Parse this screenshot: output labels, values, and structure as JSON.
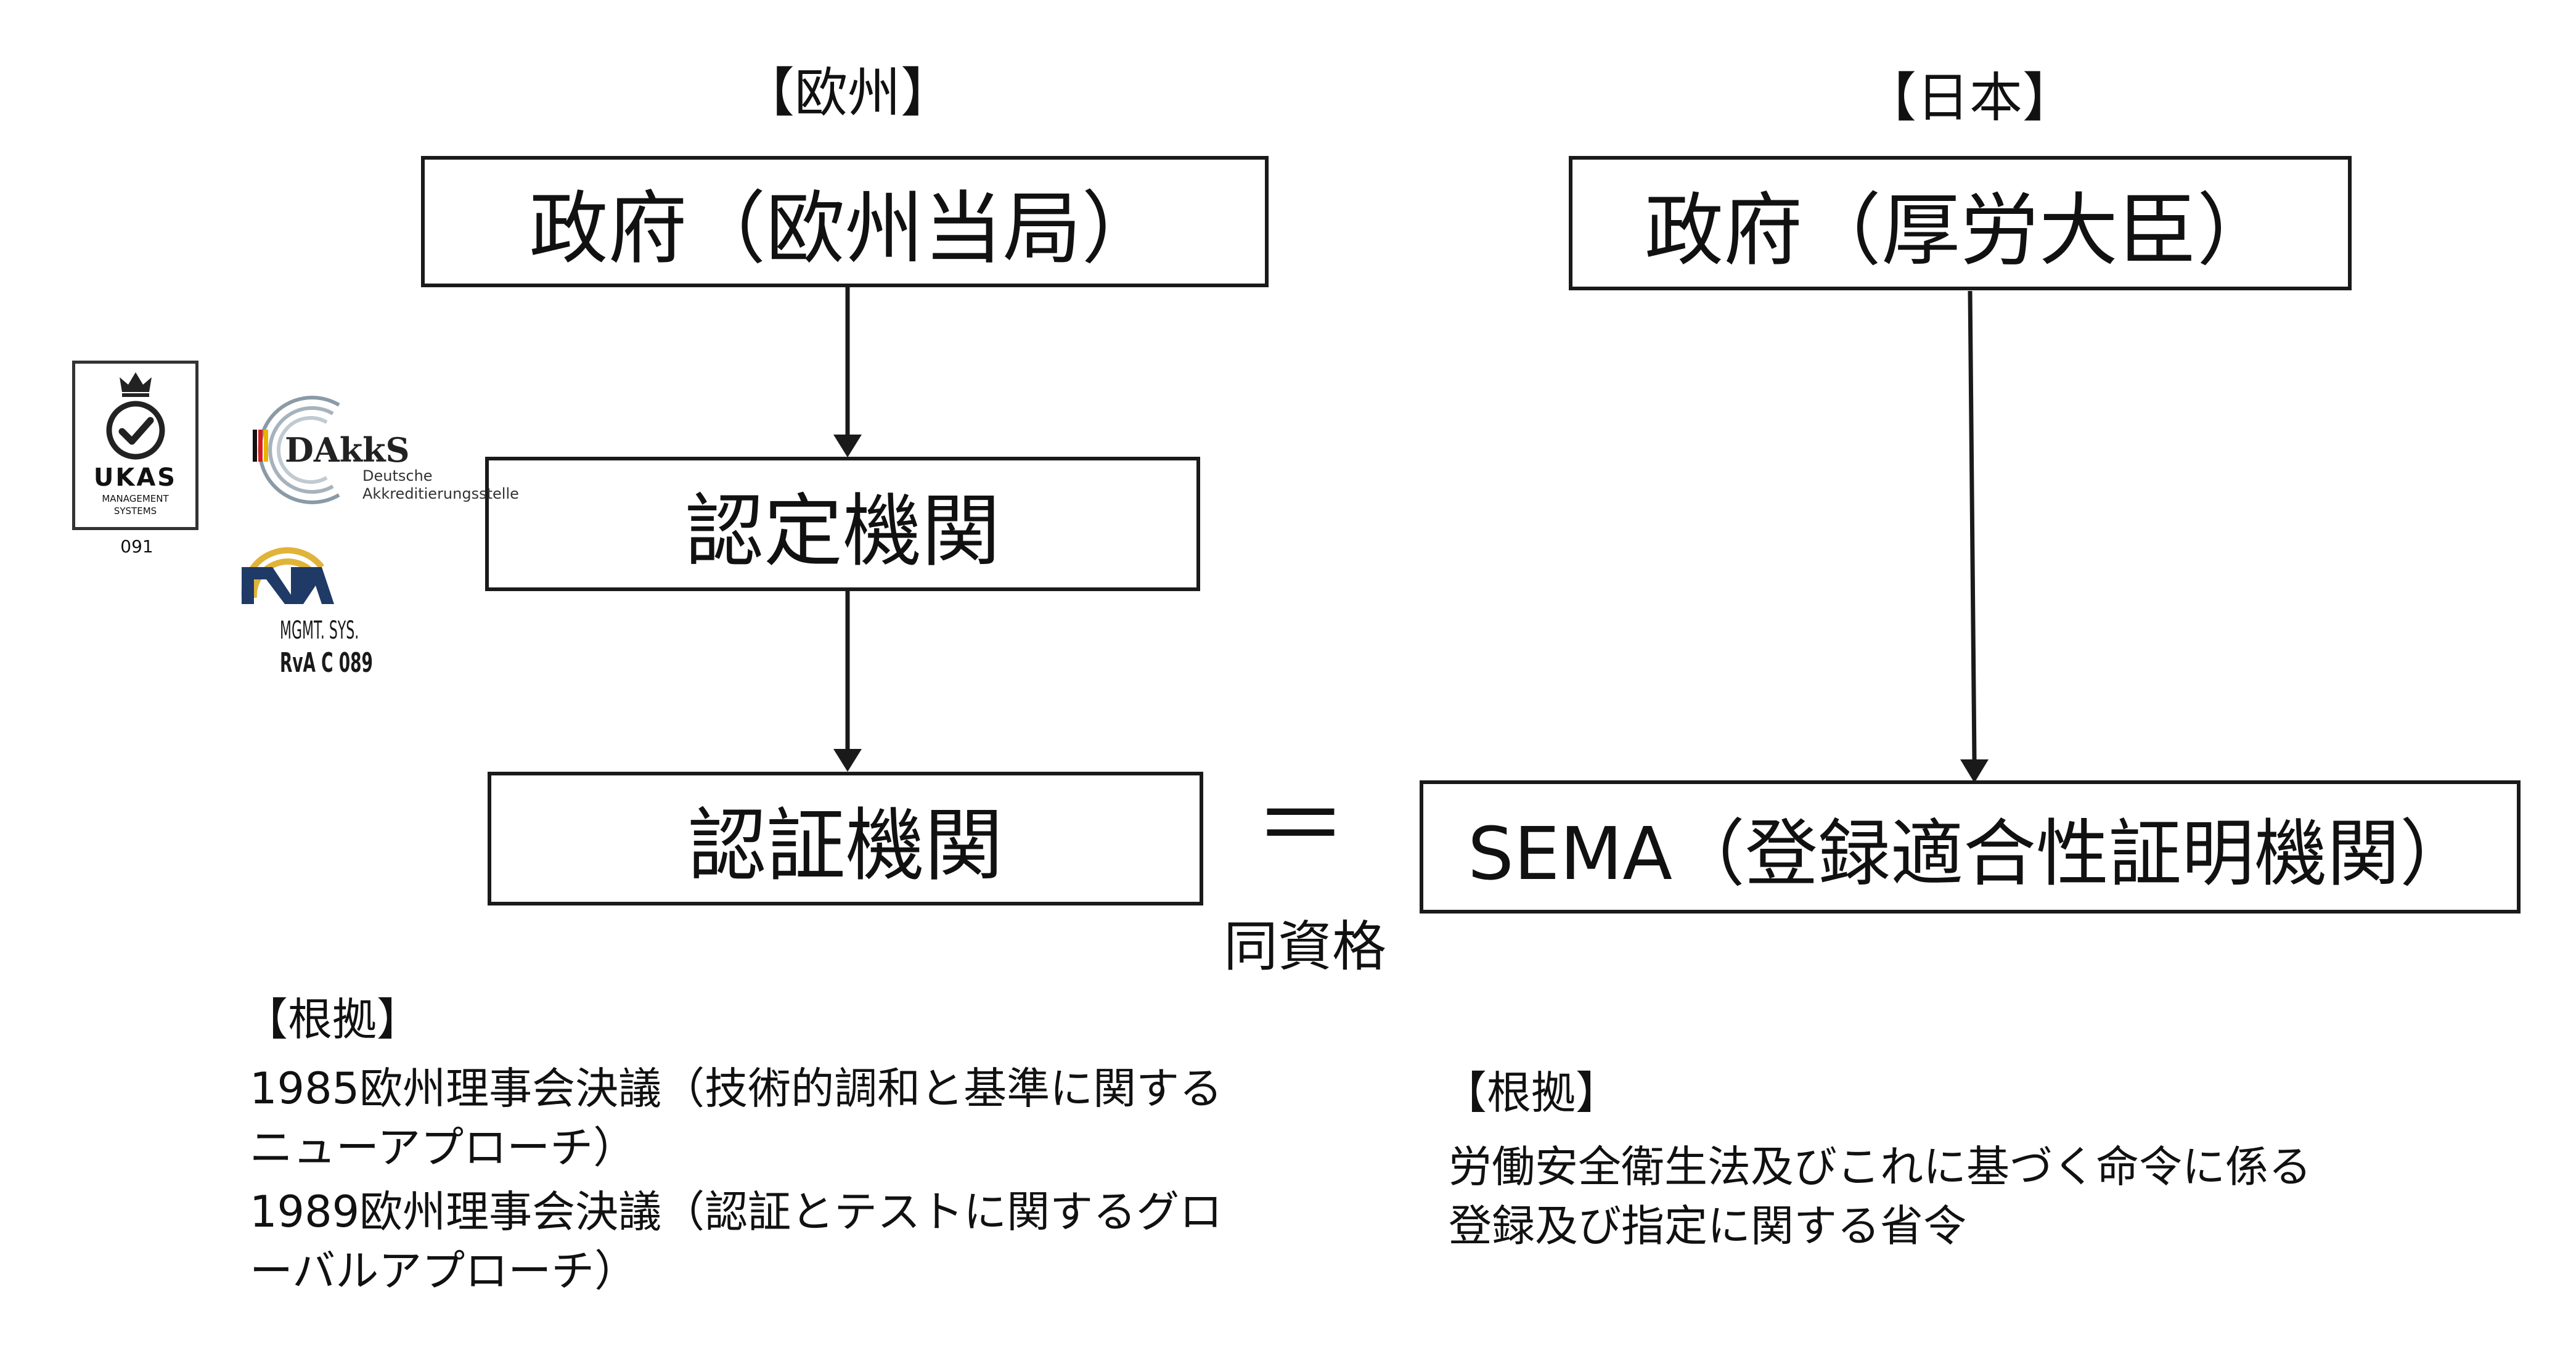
{
  "left": {
    "heading": "【欧州】",
    "gov": "政府（欧州当局）",
    "accreditation": "認定機関",
    "certification": "認証機関",
    "basis_title": "【根拠】",
    "basis_1": "1985欧州理事会決議（技術的調和と基準に関するニューアプローチ）",
    "basis_2": "1989欧州理事会決議（認証とテストに関するグローバルアプローチ）"
  },
  "right": {
    "heading": "【日本】",
    "gov": "政府（厚労大臣）",
    "sema": "SEMA（登録適合性証明機関）",
    "basis_title": "【根拠】",
    "basis_1": "労働安全衛生法及びこれに基づく命令に係る登録及び指定に関する省令"
  },
  "equal": {
    "symbol": "＝",
    "label": "同資格"
  },
  "logos": {
    "ukas": {
      "main": "UKAS",
      "line1": "MANAGEMENT",
      "line2": "SYSTEMS",
      "number": "091"
    },
    "dakks": {
      "main": "DAkkS",
      "line1": "Deutsche",
      "line2": "Akkreditierungsstelle"
    },
    "rva": {
      "line1": "MGMT. SYS.",
      "line2": "RvA C 089"
    }
  },
  "colors": {
    "line": "#1a1a1a",
    "dakks_gray": "#8a9aa6",
    "rva_gold": "#e0b43a",
    "rva_navy": "#1f3a66"
  }
}
